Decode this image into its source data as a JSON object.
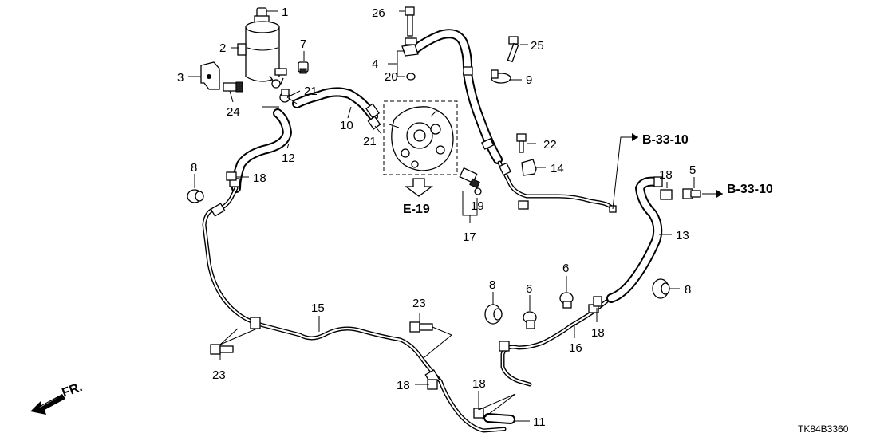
{
  "callouts": {
    "c1": "1",
    "c2": "2",
    "c3": "3",
    "c4": "4",
    "c5": "5",
    "c6a": "6",
    "c6b": "6",
    "c7": "7",
    "c8a": "8",
    "c8b": "8",
    "c8c": "8",
    "c9": "9",
    "c10": "10",
    "c11": "11",
    "c12": "12",
    "c13": "13",
    "c14": "14",
    "c15": "15",
    "c16": "16",
    "c17": "17",
    "c18a": "18",
    "c18b": "18",
    "c18c": "18",
    "c18d": "18",
    "c18e": "18",
    "c19": "19",
    "c20": "20",
    "c21a": "21",
    "c21b": "21",
    "c22": "22",
    "c23a": "23",
    "c23b": "23",
    "c24": "24",
    "c25": "25",
    "c26": "26"
  },
  "references": {
    "b3310_upper": "B-33-10",
    "b3310_right": "B-33-10",
    "e19": "E-19"
  },
  "direction_label": "FR.",
  "diagram_code": "TK84B3360"
}
